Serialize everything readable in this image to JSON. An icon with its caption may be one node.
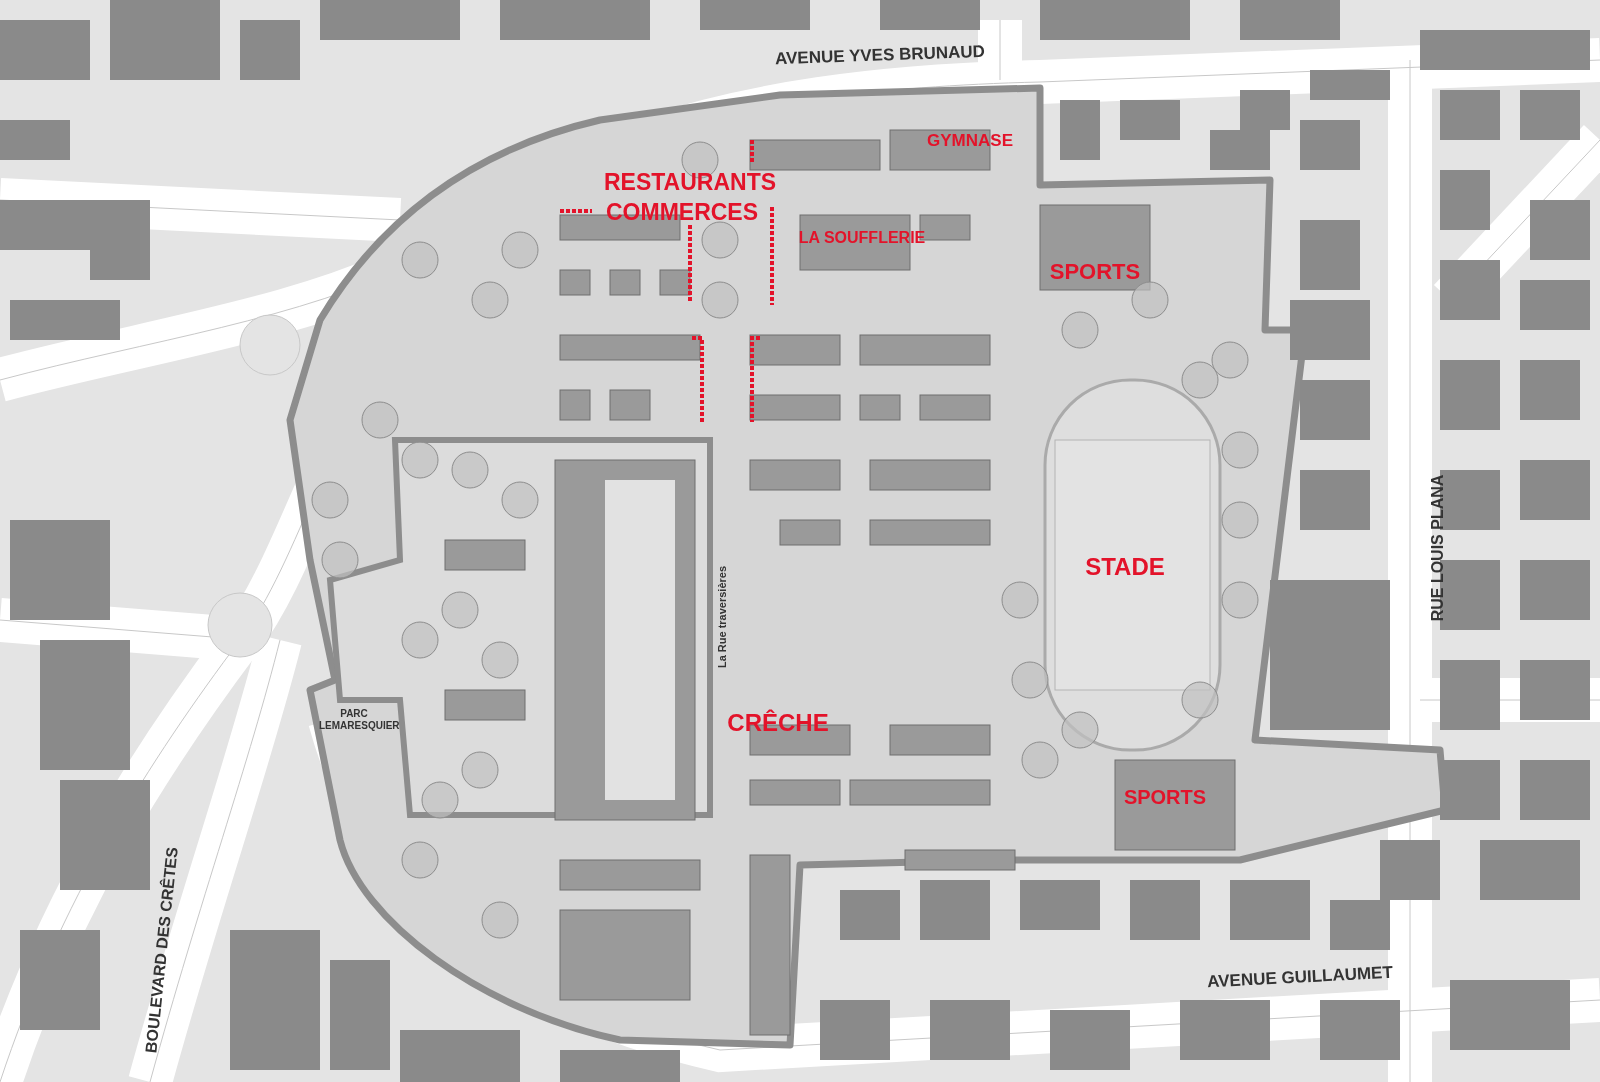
{
  "diagram": {
    "labels": [
      "AVENUE YVES BRUNAUD",
      "GYMNASE",
      "RESTAURANTS",
      "COMMERCES",
      "LA SOUFFLERIE",
      "SPORTS",
      "STADE",
      "La Rue traversières",
      "CRÊCHE",
      "PARC LEMARESQUIER",
      "SPORTS",
      "RUE LOUIS PLANA",
      "AVENUE GUILLAUMET",
      "BOULEVARD DES CRÊTES"
    ]
  }
}
